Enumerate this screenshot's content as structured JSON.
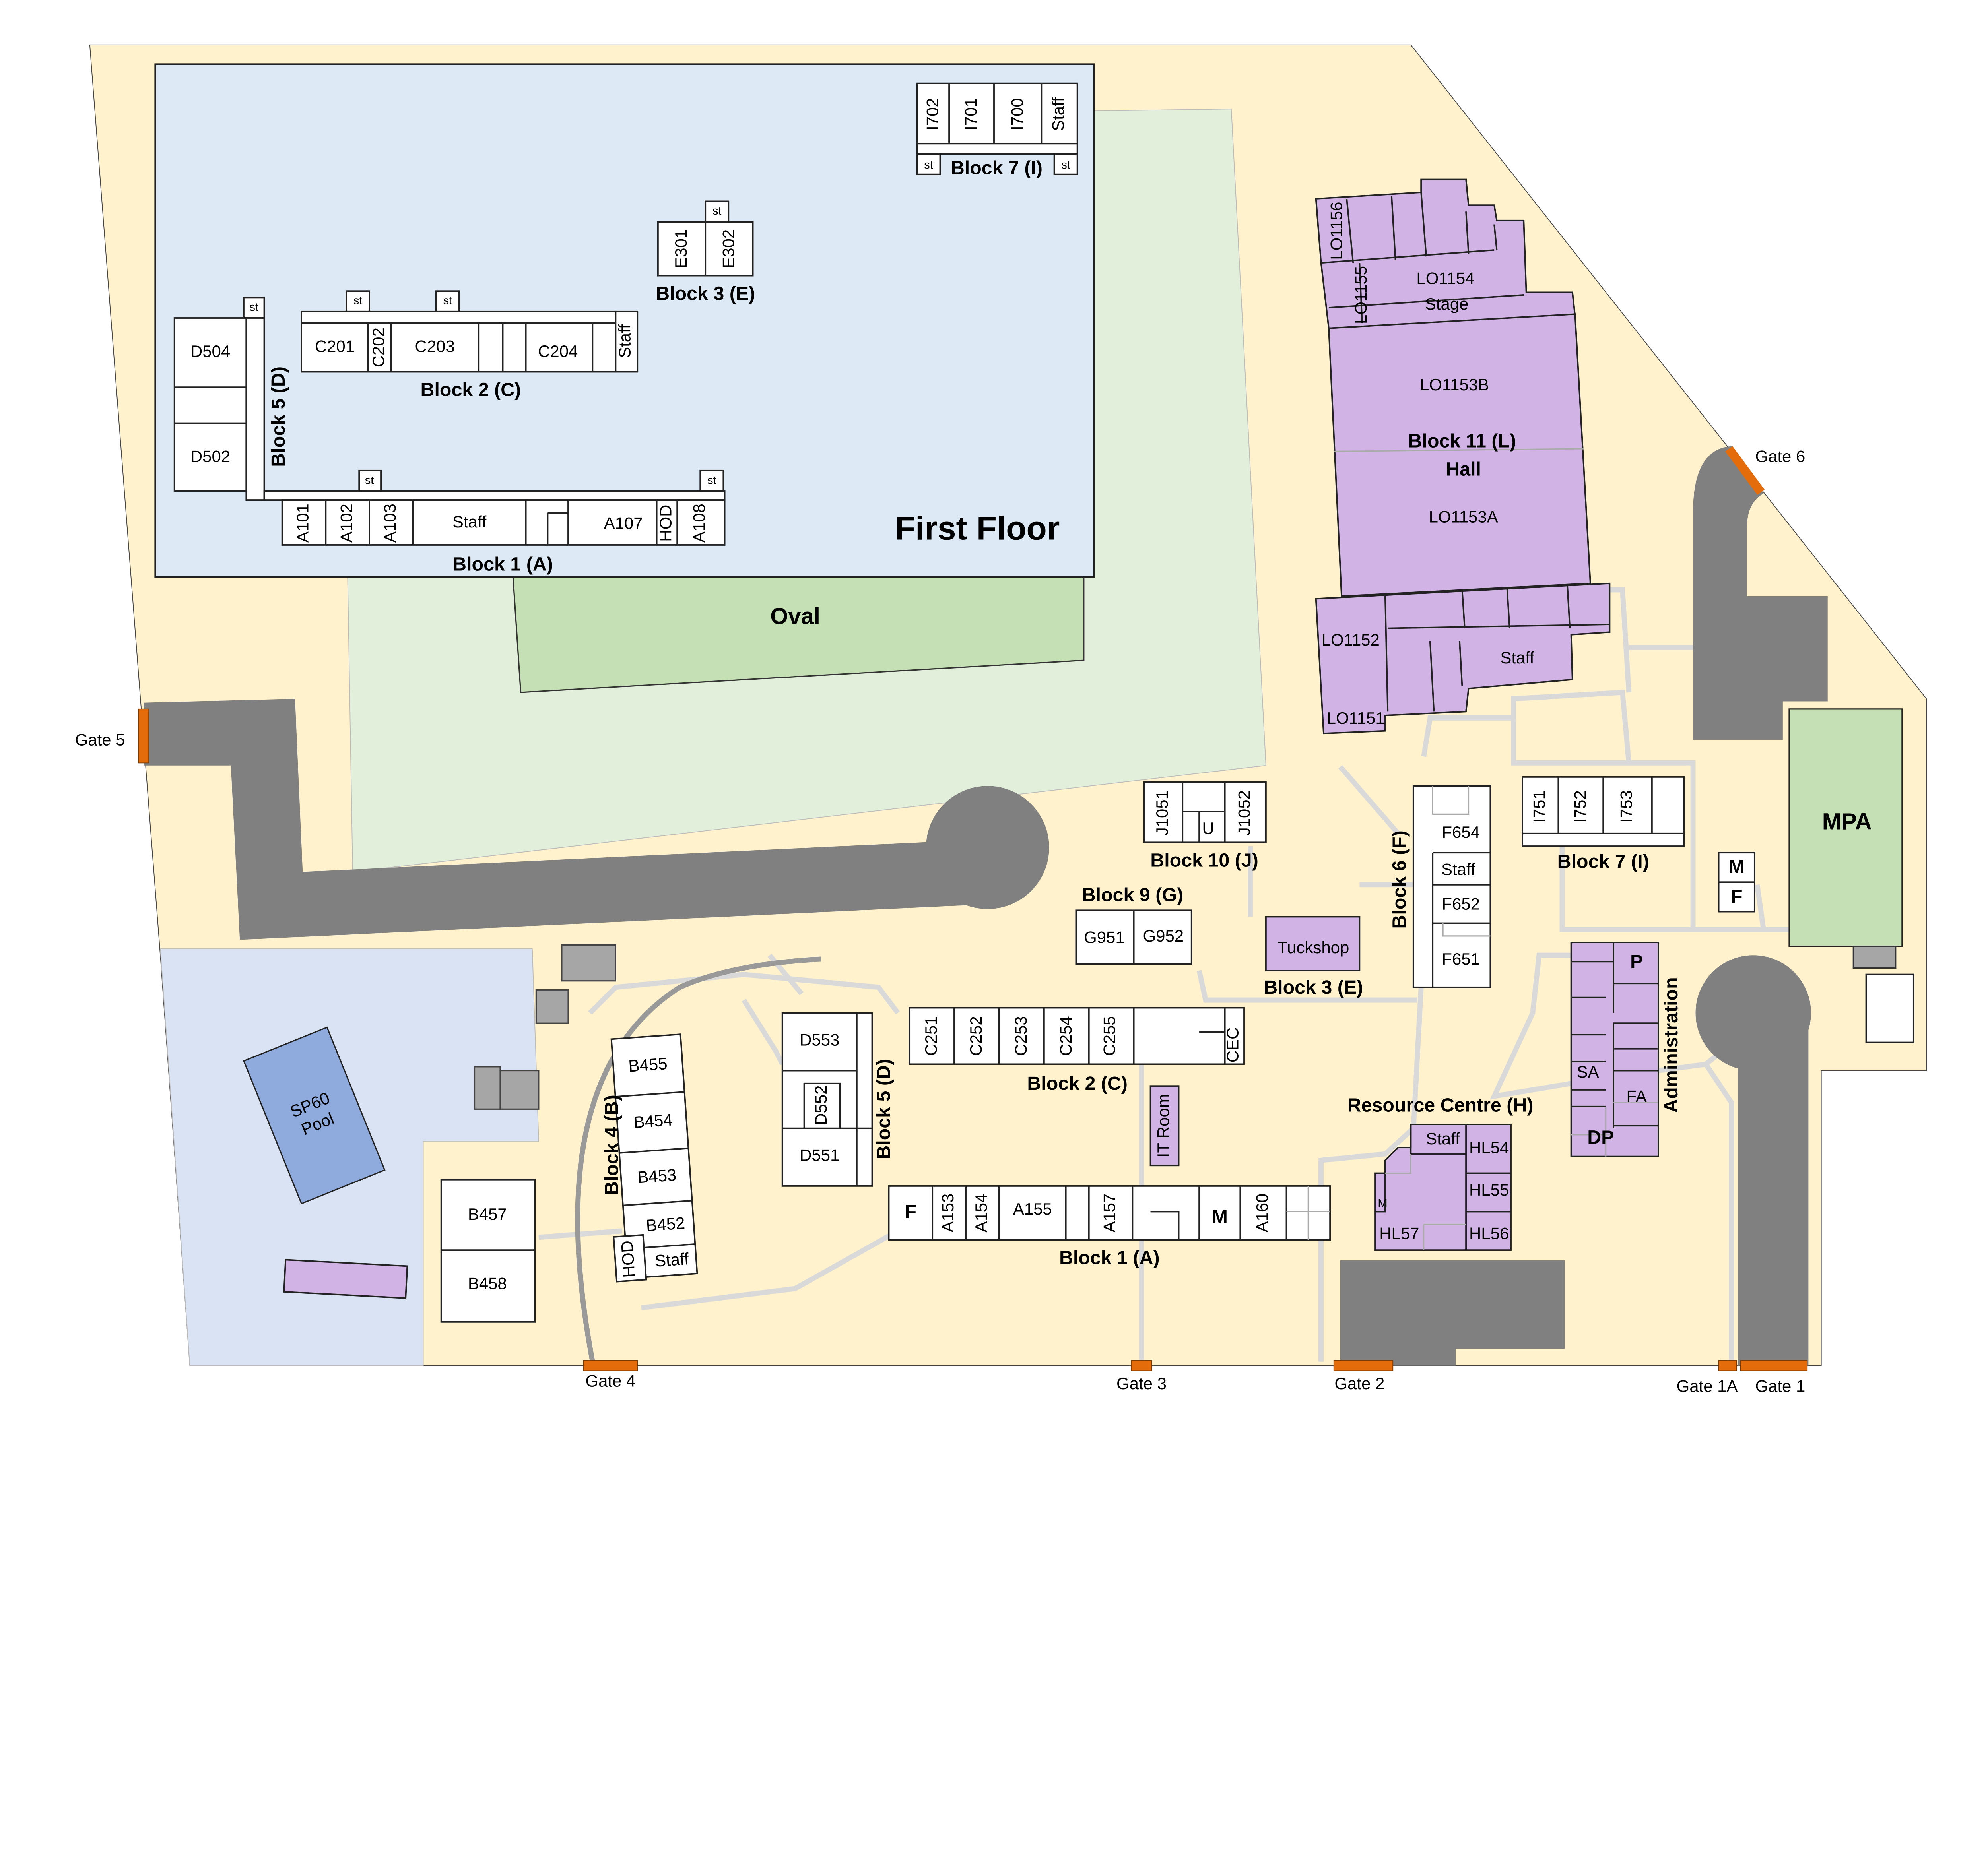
{
  "colors": {
    "campus": "#fff2cc",
    "first_floor": "#ddeaf6",
    "field": "#e2efda",
    "oval": "#c5e0b4",
    "pool_area": "#dae3f3",
    "pool": "#8faadc",
    "building": "#ffffff",
    "purple_building": "#d1b3e6",
    "road": "#808080",
    "gate": "#e46c0a"
  },
  "areas": {
    "first_floor": "First Floor",
    "oval": "Oval",
    "mpa": "MPA",
    "pool": [
      "SP60",
      "Pool"
    ]
  },
  "gates": {
    "g5": "Gate 5",
    "g6": "Gate 6",
    "g4": "Gate 4",
    "g3": "Gate 3",
    "g2": "Gate 2",
    "g1a": "Gate 1A",
    "g1": "Gate 1"
  },
  "first_floor": {
    "block7": {
      "label": "Block 7 (I)",
      "rooms": [
        "I702",
        "I701",
        "I700",
        "Staff"
      ],
      "st": "st"
    },
    "block3": {
      "label": "Block 3 (E)",
      "rooms": [
        "E301",
        "E302"
      ],
      "st": "st"
    },
    "block2": {
      "label": "Block 2 (C)",
      "rooms": [
        "C201",
        "C202",
        "C203",
        "C204",
        "Staff"
      ],
      "st": "st"
    },
    "block5": {
      "label": "Block 5 (D)",
      "rooms": [
        "D504",
        "D502"
      ],
      "st": "st"
    },
    "block1": {
      "label": "Block 1 (A)",
      "rooms": [
        "A101",
        "A102",
        "A103",
        "Staff",
        "A107",
        "HOD",
        "A108"
      ],
      "st": "st"
    }
  },
  "block11": {
    "label": "Block 11 (L)",
    "hall": "Hall",
    "rooms": [
      "LO1156",
      "LO1155",
      "LO1154",
      "Stage",
      "LO1153B",
      "LO1153A",
      "LO1152",
      "LO1151",
      "Staff"
    ]
  },
  "block10": {
    "label": "Block 10 (J)",
    "rooms": [
      "J1051",
      "U",
      "J1052"
    ]
  },
  "block9": {
    "label": "Block 9 (G)",
    "rooms": [
      "G951",
      "G952"
    ]
  },
  "block3g": {
    "label": "Block 3 (E)",
    "rooms": [
      "Tuckshop"
    ]
  },
  "block6": {
    "label": "Block 6 (F)",
    "rooms": [
      "F654",
      "Staff",
      "F652",
      "F651"
    ]
  },
  "block7g": {
    "label": "Block 7 (I)",
    "rooms": [
      "I751",
      "I752",
      "I753"
    ]
  },
  "toilets": {
    "m": "M",
    "f": "F"
  },
  "block2g": {
    "label": "Block 2 (C)",
    "rooms": [
      "C251",
      "C252",
      "C253",
      "C254",
      "C255",
      "CEC"
    ]
  },
  "itroom": "IT Room",
  "block1g": {
    "label": "Block 1 (A)",
    "rooms": [
      "F",
      "A153",
      "A154",
      "A155",
      "A157",
      "M",
      "A160"
    ]
  },
  "block5g": {
    "label": "Block 5 (D)",
    "rooms": [
      "D553",
      "D552",
      "D551"
    ]
  },
  "block4": {
    "label": "Block 4 (B)",
    "rooms": [
      "B455",
      "B454",
      "B453",
      "B452",
      "Staff",
      "HOD"
    ]
  },
  "b45x": {
    "rooms": [
      "B457",
      "B458"
    ]
  },
  "resource": {
    "label": "Resource Centre (H)",
    "rooms": [
      "Staff",
      "HL54",
      "HL55",
      "HL56",
      "HL57",
      "M"
    ]
  },
  "admin": {
    "label": "Administration",
    "rooms": [
      "P",
      "SA",
      "FA",
      "DP"
    ]
  }
}
